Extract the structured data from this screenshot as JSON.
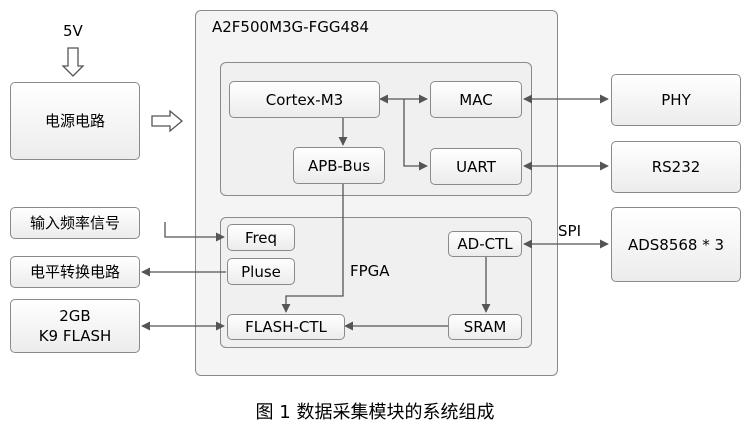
{
  "chip": {
    "title": "A2F500M3G-FGG484"
  },
  "power": {
    "voltage": "5V",
    "circuit": "电源电路"
  },
  "mss": {
    "cortex": "Cortex-M3",
    "apb": "APB-Bus",
    "mac": "MAC",
    "uart": "UART"
  },
  "fpga": {
    "label": "FPGA",
    "freq": "Freq",
    "pluse": "Pluse",
    "flash_ctl": "FLASH-CTL",
    "ad_ctl": "AD-CTL",
    "sram": "SRAM"
  },
  "external": {
    "phy": "PHY",
    "rs232": "RS232",
    "ads": "ADS8568 * 3",
    "spi": "SPI",
    "freq_input": "输入频率信号",
    "level_conv": "电平转换电路",
    "flash_line1": "2GB",
    "flash_line2": "K9 FLASH"
  },
  "caption": "图 1 数据采集模块的系统组成"
}
